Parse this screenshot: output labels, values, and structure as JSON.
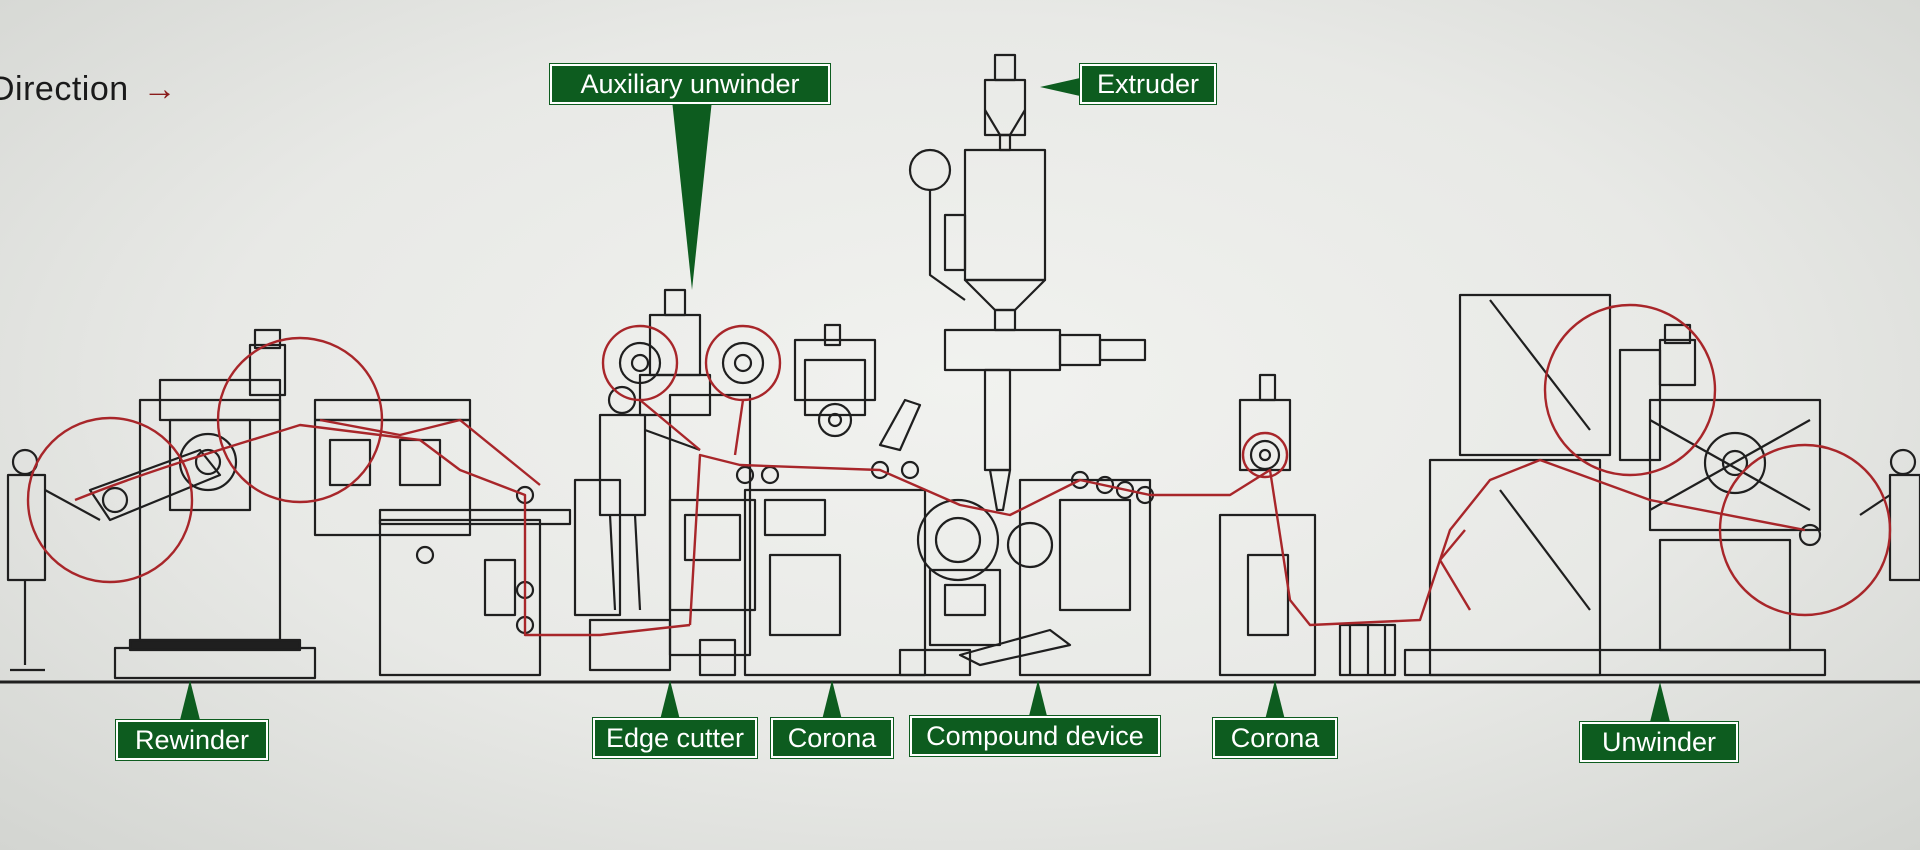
{
  "direction": {
    "text": "Direction",
    "arrow": "→"
  },
  "labels": {
    "auxiliary_unwinder": "Auxiliary unwinder",
    "extruder": "Extruder",
    "rewinder": "Rewinder",
    "edge_cutter": "Edge cutter",
    "corona_1": "Corona",
    "compound_device": "Compound device",
    "corona_2": "Corona",
    "unwinder": "Unwinder"
  },
  "colors": {
    "label_bg": "#0d5c1f",
    "label_text": "#ffffff",
    "web_path": "#a8262a",
    "machine_line": "#1f1f1f",
    "background": "#e8e9e6"
  }
}
